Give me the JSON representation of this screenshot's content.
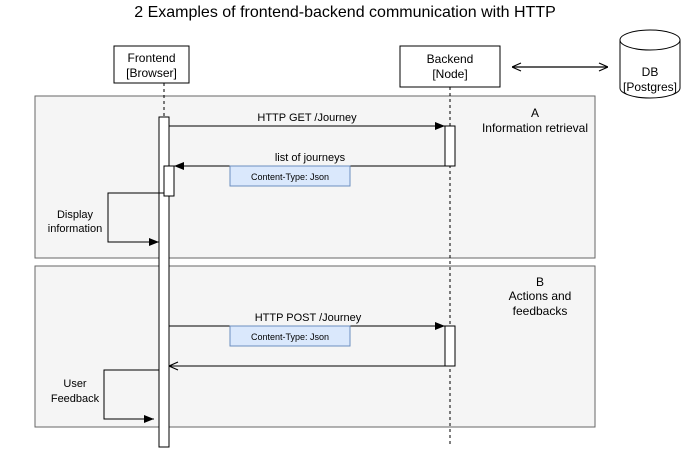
{
  "title": "2 Examples of frontend-backend communication with HTTP",
  "participants": {
    "frontend": {
      "name": "Frontend",
      "tech": "[Browser]"
    },
    "backend": {
      "name": "Backend",
      "tech": "[Node]"
    },
    "db": {
      "name": "DB",
      "tech": "[Postgres]"
    }
  },
  "groups": {
    "a": {
      "letter": "A",
      "line1": "Information retrieval"
    },
    "b": {
      "letter": "B",
      "line1": "Actions and",
      "line2": "feedbacks"
    }
  },
  "messages": {
    "get_journey": "HTTP GET /Journey",
    "list_journeys": "list of journeys",
    "content_type_response": "Content-Type: Json",
    "display_info_line1": "Display",
    "display_info_line2": "information",
    "post_journey": "HTTP POST /Journey",
    "content_type_request": "Content-Type: Json",
    "user_feedback_line1": "User",
    "user_feedback_line2": "Feedback"
  },
  "colors": {
    "group_fill": "#f5f5f5",
    "note_fill": "#dae8fc",
    "note_stroke": "#6c8ebf",
    "line": "#000000"
  }
}
